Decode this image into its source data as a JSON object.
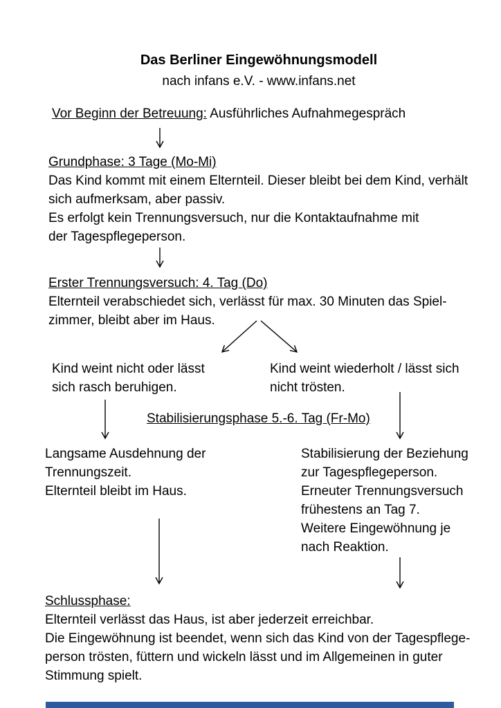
{
  "document": {
    "title": "Das Berliner Eingewöhnungsmodell",
    "subtitle": "nach infans e.V. - www.infans.net"
  },
  "intro": {
    "heading": "Vor Beginn der Betreuung:",
    "text": "Ausführliches Aufnahmegespräch"
  },
  "grundphase": {
    "heading": "Grundphase: 3 Tage (Mo-Mi)",
    "lines": [
      "Das Kind kommt mit einem Elternteil. Dieser bleibt bei dem Kind, verhält",
      "sich aufmerksam, aber passiv.",
      "Es erfolgt kein Trennungsversuch, nur die Kontaktaufnahme mit",
      "der Tagespflegeperson."
    ]
  },
  "erster_trennungsversuch": {
    "heading": "Erster Trennungsversuch: 4. Tag (Do)",
    "lines": [
      "Elternteil verabschiedet sich, verlässt für max. 30 Minuten das Spiel-",
      "zimmer, bleibt aber im Haus."
    ]
  },
  "branch": {
    "left": {
      "lines": [
        "Kind weint nicht oder lässt",
        "sich rasch beruhigen."
      ]
    },
    "right": {
      "lines": [
        "Kind weint wiederholt / lässt sich",
        "nicht trösten."
      ]
    }
  },
  "stabilisierungsphase": {
    "heading": "Stabilisierungsphase 5.-6. Tag (Fr-Mo)",
    "left": {
      "lines": [
        "Langsame Ausdehnung der",
        "Trennungszeit.",
        "Elternteil bleibt im Haus."
      ]
    },
    "right": {
      "lines": [
        "Stabilisierung der Beziehung",
        "zur Tagespflegeperson.",
        "Erneuter Trennungsversuch",
        "frühestens an Tag 7.",
        "Weitere Eingewöhnung je",
        "nach Reaktion."
      ]
    }
  },
  "schlussphase": {
    "heading": "Schlussphase:",
    "lines": [
      "Elternteil verlässt das Haus, ist aber jederzeit erreichbar.",
      "Die Eingewöhnung ist beendet, wenn sich das Kind von der Tagespflege-",
      "person trösten, füttern und wickeln lässt und im Allgemeinen in guter",
      "Stimmung spielt."
    ]
  },
  "colors": {
    "text": "#000000",
    "bottom_bar": "#2d5b9e"
  }
}
